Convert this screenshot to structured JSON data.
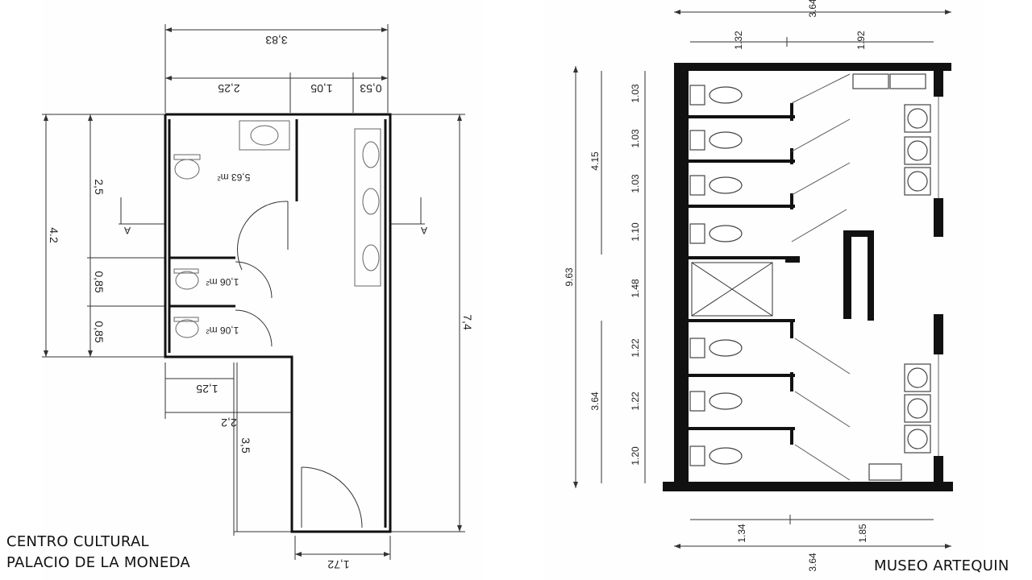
{
  "left_plan": {
    "caption_line1": "CENTRO CULTURAL",
    "caption_line2": "PALACIO DE LA MONEDA",
    "dims": {
      "total_width": "3,83",
      "seg1": "2,25",
      "seg2": "1,05",
      "seg3": "0,53",
      "height_total": "4.2",
      "h_room": "2,5",
      "h_stall1": "0,85",
      "h_stall2": "0,85",
      "height_overall": "7,4",
      "w_bottom1": "1,25",
      "w_bottom2": "2,2",
      "h_corridor": "3,5",
      "w_door": "1,72"
    },
    "areas": {
      "room": "5,63 m²",
      "stall1": "1,06 m²",
      "stall2": "1,06 m²"
    },
    "section_marks": {
      "left": "A",
      "right": "A"
    }
  },
  "right_plan": {
    "caption": "MUSEO ARTEQUIN",
    "dims": {
      "top_total": "3.64",
      "top_left": "1.32",
      "top_right": "1.92",
      "overall_height": "9.63",
      "group_upper": "4.15",
      "group_lower": "3.64",
      "stall1": "1.03",
      "stall2": "1.03",
      "stall3": "1.03",
      "stall4": "1.10",
      "shower": "1.48",
      "stall5": "1.22",
      "stall6": "1.22",
      "stall7": "1.20",
      "bottom_left": "1.34",
      "bottom_right": "1.85",
      "bottom_total": "3.64"
    }
  }
}
